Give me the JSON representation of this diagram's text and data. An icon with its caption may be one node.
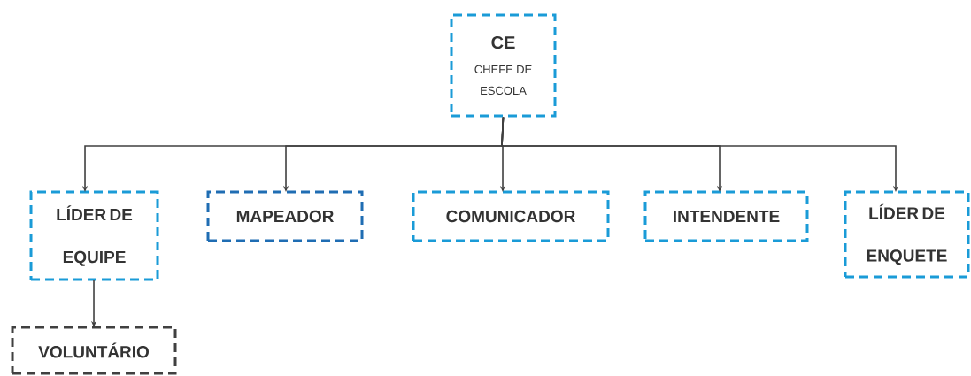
{
  "diagram": {
    "nodes": [
      {
        "text": [
          "CE",
          "CHEFE DE ESCOLA"
        ]
      },
      {
        "text": [
          "LÍDER DE EQUIPE"
        ]
      },
      {
        "text": [
          "MAPEADOR"
        ]
      },
      {
        "text": [
          "COMUNICADOR"
        ]
      },
      {
        "text": [
          "INTENDENTE"
        ]
      },
      {
        "text": [
          "LÍDER DE ENQUETE"
        ]
      },
      {
        "text": [
          "VOLUNTÁRIO"
        ]
      }
    ],
    "edges": [
      {
        "from": 0,
        "to": 1,
        "arrow": "to"
      },
      {
        "from": 0,
        "to": 2,
        "arrow": "to"
      },
      {
        "from": 0,
        "to": 3,
        "arrow": "to"
      },
      {
        "from": 0,
        "to": 4,
        "arrow": "to"
      },
      {
        "from": 0,
        "to": 5,
        "arrow": "to"
      },
      {
        "from": 1,
        "to": 6,
        "arrow": "to"
      }
    ]
  }
}
